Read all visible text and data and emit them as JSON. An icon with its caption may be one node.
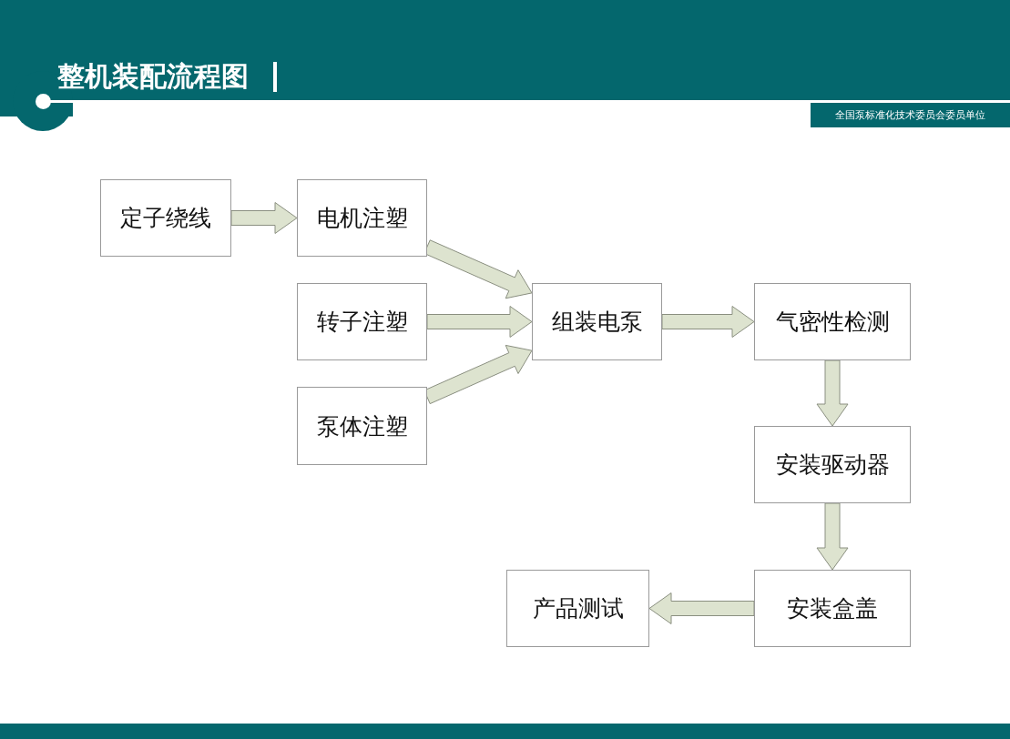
{
  "diagram": {
    "title": "整机装配流程图",
    "nodes": [
      {
        "text": [
          "定子绕线"
        ]
      },
      {
        "text": [
          "电机注塑"
        ]
      },
      {
        "text": [
          "转子注塑"
        ]
      },
      {
        "text": [
          "泵体注塑"
        ]
      },
      {
        "text": [
          "组装电泵"
        ]
      },
      {
        "text": [
          "气密性检测"
        ]
      },
      {
        "text": [
          "安装驱动器"
        ]
      },
      {
        "text": [
          "安装盒盖"
        ]
      },
      {
        "text": [
          "产品测试"
        ]
      }
    ],
    "edges": [
      {
        "from": 0,
        "to": 1,
        "arrow": "to"
      },
      {
        "from": 1,
        "to": 4,
        "arrow": "to"
      },
      {
        "from": 2,
        "to": 4,
        "arrow": "to"
      },
      {
        "from": 3,
        "to": 4,
        "arrow": "to"
      },
      {
        "from": 4,
        "to": 5,
        "arrow": "to"
      },
      {
        "from": 5,
        "to": 6,
        "arrow": "to"
      },
      {
        "from": 6,
        "to": 7,
        "arrow": "to"
      },
      {
        "from": 7,
        "to": 8,
        "arrow": "to"
      }
    ],
    "labels": [
      "全国泵标准化技术委员会委员单位"
    ]
  }
}
